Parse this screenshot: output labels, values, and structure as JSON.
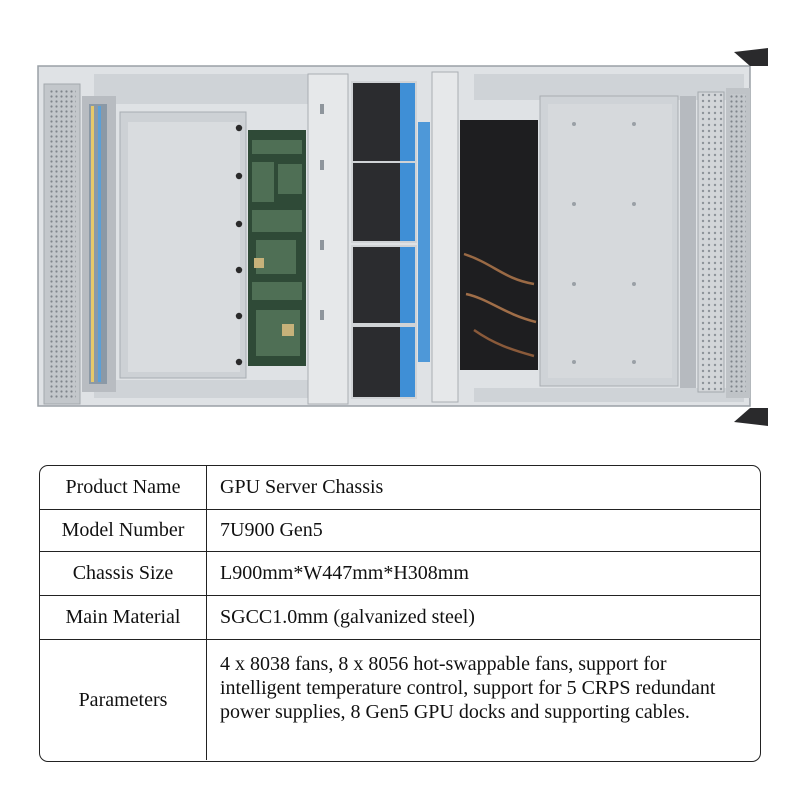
{
  "product_image": {
    "alt": "GPU Server Chassis top view",
    "colors": {
      "steel": "#c9cdd1",
      "frame": "#e4e6e8",
      "pcb": "#2f4a37",
      "gpu_blue": "#3f8fd6",
      "dark": "#1e1e20"
    }
  },
  "spec_table": {
    "rows": [
      {
        "label": "Product Name",
        "value": "GPU Server Chassis"
      },
      {
        "label": "Model Number",
        "value": "7U900 Gen5"
      },
      {
        "label": "Chassis Size",
        "value": "L900mm*W447mm*H308mm"
      },
      {
        "label": "Main Material",
        "value": "SGCC1.0mm (galvanized steel)"
      },
      {
        "label": "Parameters",
        "value": "4 x 8038 fans, 8 x 8056 hot-swappable fans, support for intelligent temperature control, support for 5 CRPS  redundant power supplies, 8 Gen5 GPU docks and supporting cables."
      }
    ]
  }
}
